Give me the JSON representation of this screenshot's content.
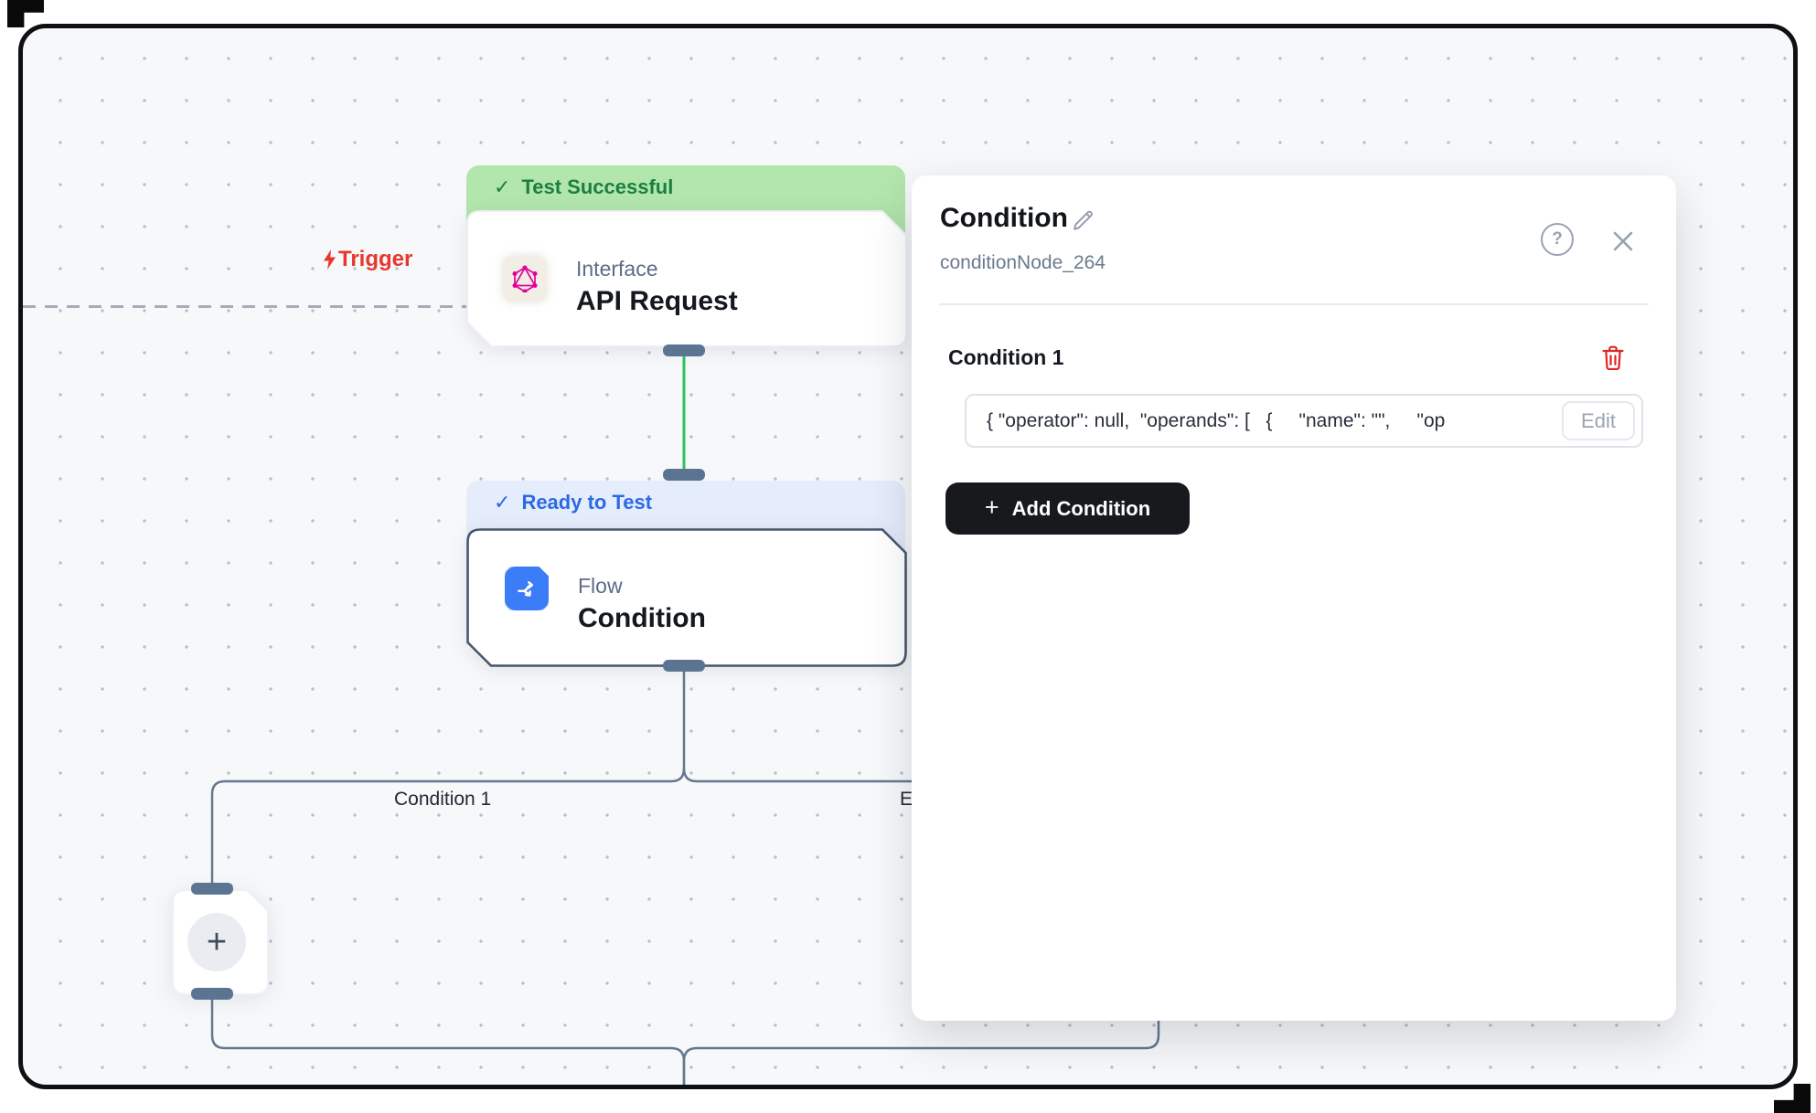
{
  "canvas": {
    "trigger": {
      "label": "Trigger",
      "color": "#e8372e"
    },
    "branch_labels": {
      "left": "Condition 1",
      "right": "Else"
    }
  },
  "nodes": {
    "api_request": {
      "status_check": "✓",
      "status": "Test Successful",
      "category": "Interface",
      "title": "API Request",
      "status_color": "#1a8040",
      "banner_bg": "#b2e6ac"
    },
    "condition": {
      "status_check": "✓",
      "status": "Ready to Test",
      "category": "Flow",
      "title": "Condition",
      "status_color": "#2c6ae4",
      "banner_bg": "#e5ecfb"
    },
    "add_node": {
      "plus_glyph": "+"
    }
  },
  "panel": {
    "title": "Condition",
    "node_id": "conditionNode_264",
    "help_glyph": "?",
    "section_label": "Condition 1",
    "expression": "{ \"operator\": null,  \"operands\": [   {     \"name\": \"\",     \"op",
    "edit_label": "Edit",
    "add_condition": {
      "plus_glyph": "+",
      "label": "Add Condition"
    }
  },
  "colors": {
    "edge_green": "#2fc161",
    "edge_slate": "#64788f",
    "accent_blue": "#3b7cf7",
    "graphql_pink": "#e10098",
    "danger_red": "#dc2626",
    "button_black": "#17191d",
    "canvas_bg": "#f7f8fa"
  }
}
